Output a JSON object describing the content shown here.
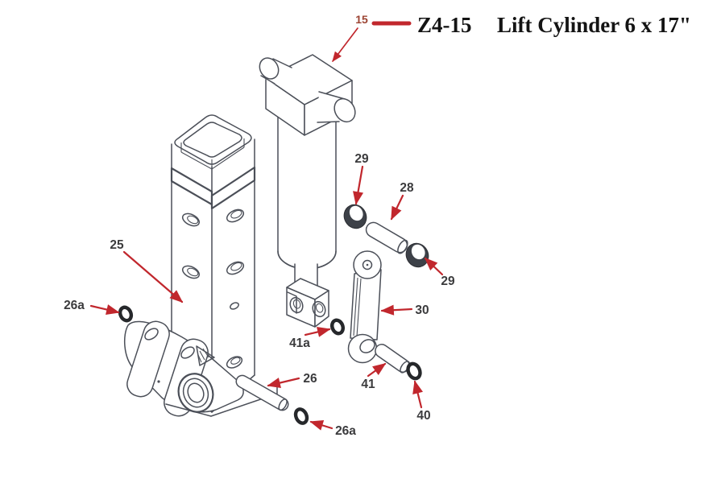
{
  "header": {
    "code": "Z4-15",
    "title": "Lift Cylinder 6 x 17\""
  },
  "callouts": {
    "c15": "15",
    "c25": "25",
    "c26": "26",
    "c26a_left": "26a",
    "c26a_bottom": "26a",
    "c28": "28",
    "c29_top": "29",
    "c29_right": "29",
    "c30": "30",
    "c40": "40",
    "c41": "41",
    "c41a": "41a"
  },
  "colors": {
    "line": "#4b4f58",
    "arrow": "#c1272d",
    "label": "#3b3b3d",
    "ref_label": "#9c4433",
    "header_text": "#141414",
    "background": "#ffffff"
  }
}
